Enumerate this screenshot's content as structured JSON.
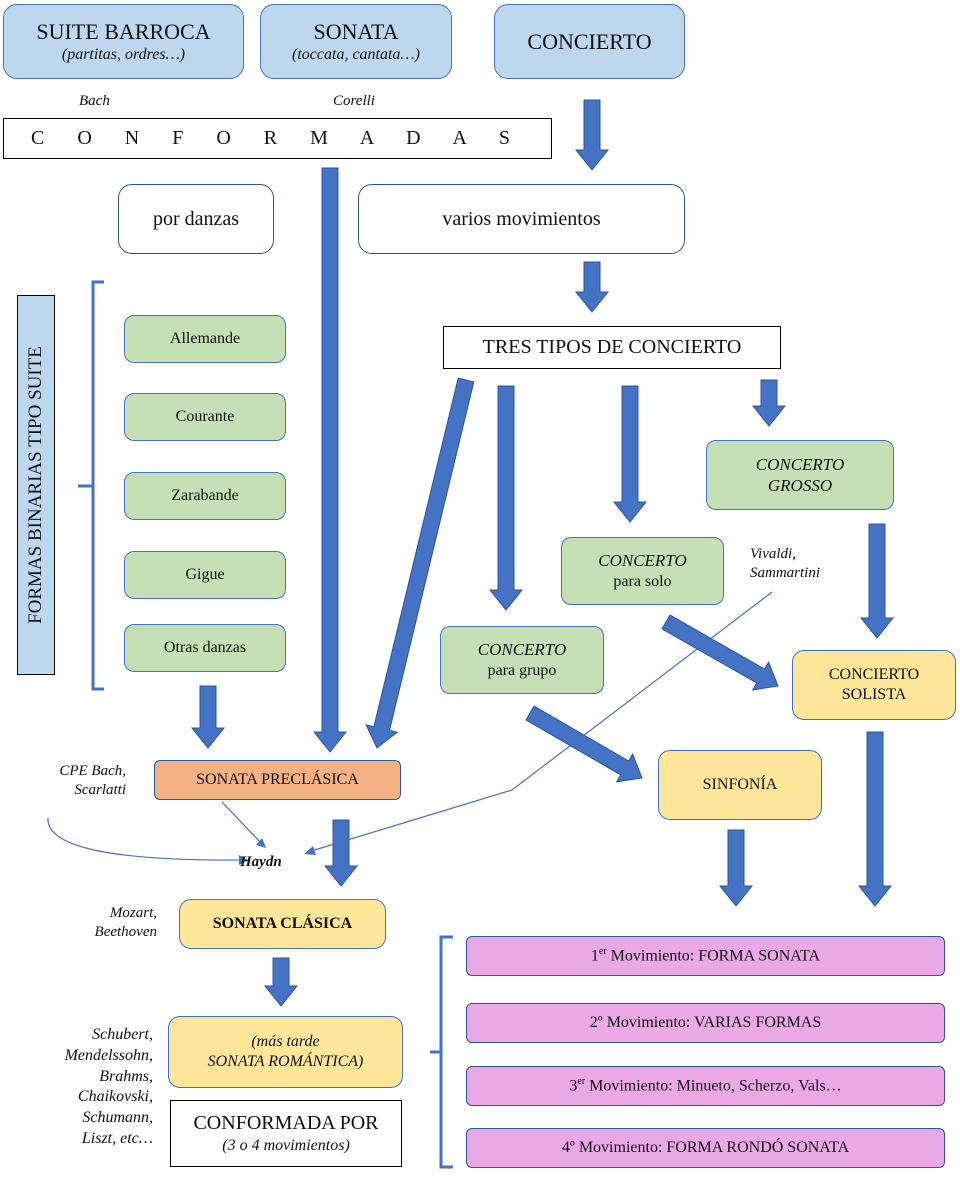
{
  "top": {
    "suite_title": "SUITE BARROCA",
    "suite_sub": "(partitas, ordres…)",
    "sonata_title": "SONATA",
    "sonata_sub": "(toccata, cantata…)",
    "concierto_title": "CONCIERTO"
  },
  "notes": {
    "bach": "Bach",
    "corelli": "Corelli",
    "vivaldi_1": "Vivaldi,",
    "vivaldi_2": "Sammartini",
    "cpe_1": "CPE Bach,",
    "cpe_2": "Scarlatti",
    "haydn": "Haydn",
    "mozart_1": "Mozart,",
    "mozart_2": "Beethoven",
    "romantics": [
      "Schubert,",
      "Mendelssohn,",
      "Brahms,",
      "Chaikovski,",
      "Schumann,",
      "Liszt, etc…"
    ]
  },
  "conformadas": "C O N F O R M A D A S",
  "por_danzas": "por danzas",
  "varios_movimientos": "varios movimientos",
  "vertical_label": "FORMAS BINARIAS TIPO SUITE",
  "dances": [
    "Allemande",
    "Courante",
    "Zarabande",
    "Gigue",
    "Otras danzas"
  ],
  "tres_tipos": "TRES TIPOS DE CONCIERTO",
  "concerto_grosso": {
    "line1": "CONCERTO",
    "line2": "GROSSO"
  },
  "concerto_solo": {
    "line1": "CONCERTO",
    "line2": "para solo"
  },
  "concerto_grupo": {
    "line1": "CONCERTO",
    "line2": "para grupo"
  },
  "concierto_solista": {
    "line1": "CONCIERTO",
    "line2": "SOLISTA"
  },
  "sinfonia": "SINFONÍA",
  "sonata_preclasica": "SONATA PRECLÁSICA",
  "sonata_clasica": "SONATA CLÁSICA",
  "romantica": {
    "line1": "(más tarde",
    "line2": "SONATA ROMÁNTICA)"
  },
  "conformada_por": {
    "line1": "CONFORMADA POR",
    "line2": "(3 o 4 movimientos)"
  },
  "movements": [
    {
      "num": "1",
      "sup": "er",
      "text": " Movimiento: FORMA SONATA"
    },
    {
      "num": "2º",
      "sup": "",
      "text": " Movimiento: VARIAS FORMAS"
    },
    {
      "num": "3",
      "sup": "er",
      "text": " Movimiento: Minueto, Scherzo, Vals…"
    },
    {
      "num": "4º",
      "sup": "",
      "text": " Movimiento: FORMA RONDÓ SONATA"
    }
  ],
  "colors": {
    "arrow": "#4472c4",
    "box_blue": "#bdd7ee",
    "box_green": "#c5e0b4",
    "box_orange": "#f4b183",
    "box_yellow": "#ffe699",
    "box_pink": "#eaa9e6"
  }
}
